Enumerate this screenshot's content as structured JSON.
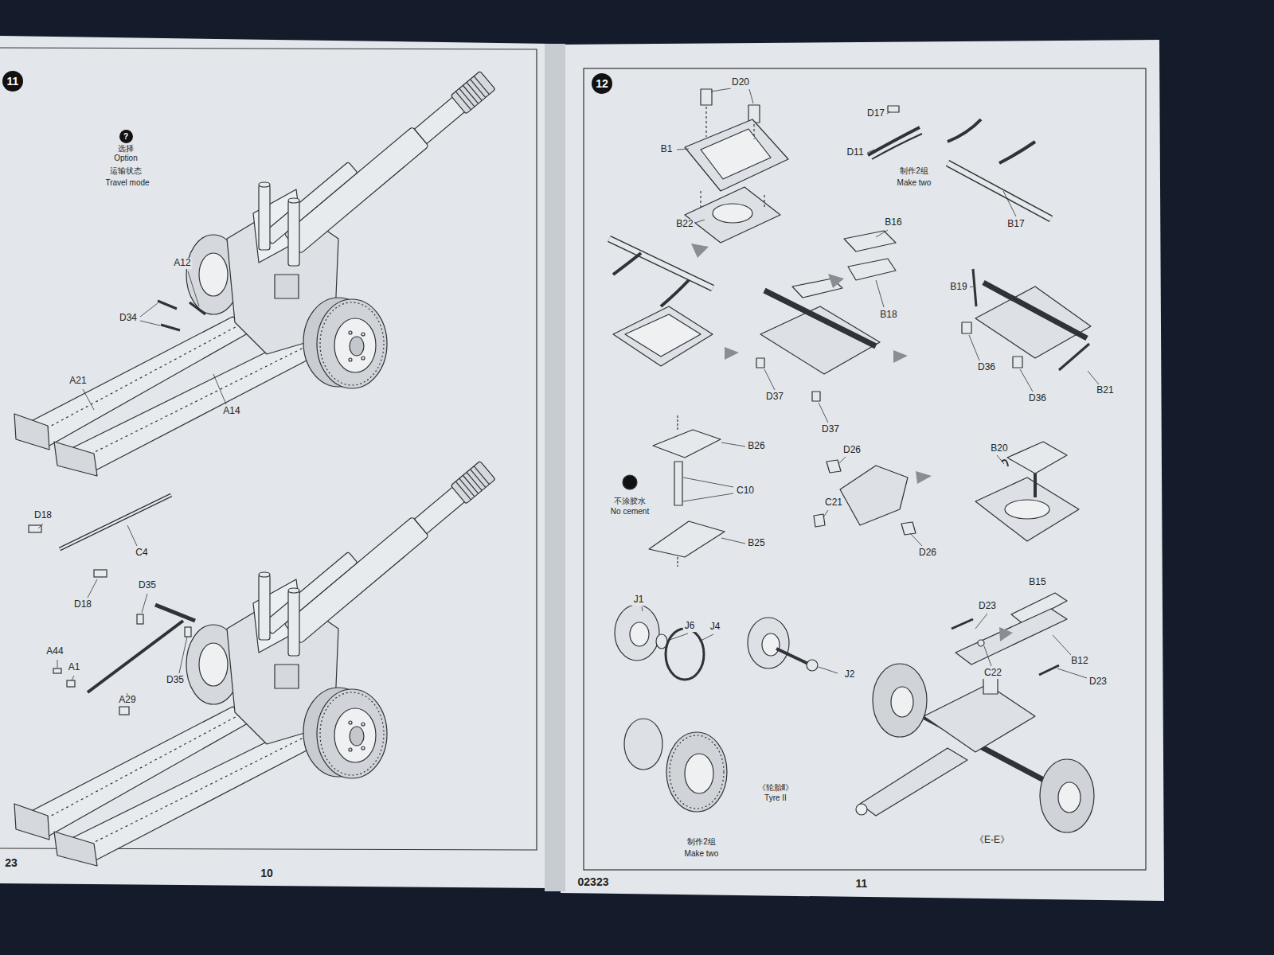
{
  "diagram": {
    "nodes": [
      {
        "text": [
          "11"
        ]
      },
      {
        "text": [
          "?"
        ]
      },
      {
        "text": [
          "12"
        ]
      }
    ],
    "labels": [
      "选择",
      "Option",
      "运输状态",
      "Travel mode",
      "A12",
      "D34",
      "A21",
      "A14",
      "D18",
      "C4",
      "D18",
      "D35",
      "A44",
      "A1",
      "A29",
      "D35",
      "23",
      "10",
      "D20",
      "B1",
      "B22",
      "D17",
      "D11",
      "制作2组",
      "Make two",
      "B17",
      "B16",
      "B18",
      "B19",
      "D37",
      "D37",
      "D36",
      "D36",
      "B21",
      "B26",
      "C10",
      "不涂胶水",
      "No cement",
      "B25",
      "D26",
      "C21",
      "D26",
      "B20",
      "J1",
      "J6",
      "J4",
      "J2",
      "B15",
      "D23",
      "C22",
      "B12",
      "D23",
      "《轮胎Ⅱ》",
      "Tyre II",
      "制作2组",
      "Make two",
      "《E-E》",
      "02323",
      "11"
    ]
  }
}
